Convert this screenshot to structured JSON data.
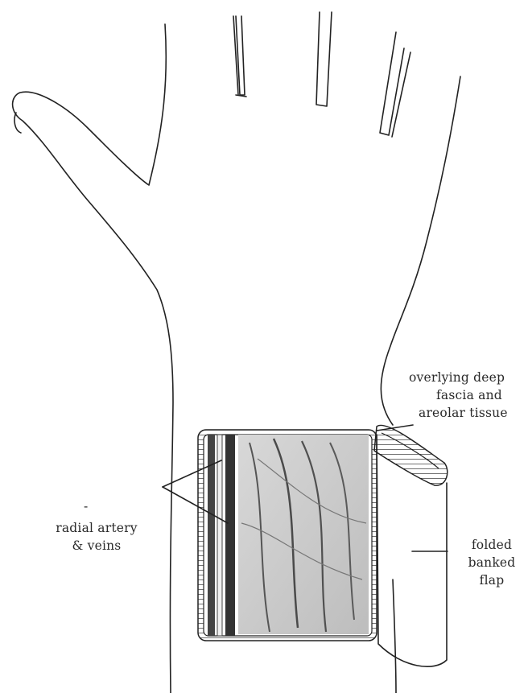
{
  "labels": {
    "deep_fascia": [
      "overlying deep",
      "fascia and",
      "areolar tissue"
    ],
    "radial_artery": [
      "radial artery",
      "& veins"
    ],
    "banked_flap": [
      "folded",
      "banked",
      "flap"
    ],
    "dash": "-"
  }
}
